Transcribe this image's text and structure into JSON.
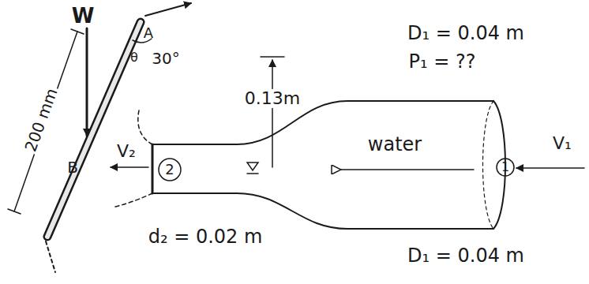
{
  "diagram": {
    "labels": [
      "W",
      "A",
      "θ",
      "30°",
      "200 mm",
      "B",
      "V₂",
      "2",
      "0.13m",
      "D₁ = 0.04 m",
      "P₁ = ??",
      "water",
      "1",
      "V₁",
      "d₂ = 0.02 m",
      "D₁ = 0.04 m"
    ]
  }
}
